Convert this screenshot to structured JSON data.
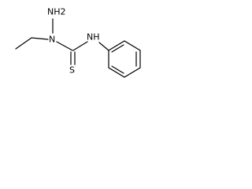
{
  "molecule": {
    "atoms": {
      "hydrazine_nh2": "NH2",
      "hydrazine_n": "N",
      "amide_nh": "NH",
      "sulfur": "S"
    }
  },
  "colors": {
    "bond": "#000000",
    "label": "#000000",
    "background": "#ffffff"
  }
}
